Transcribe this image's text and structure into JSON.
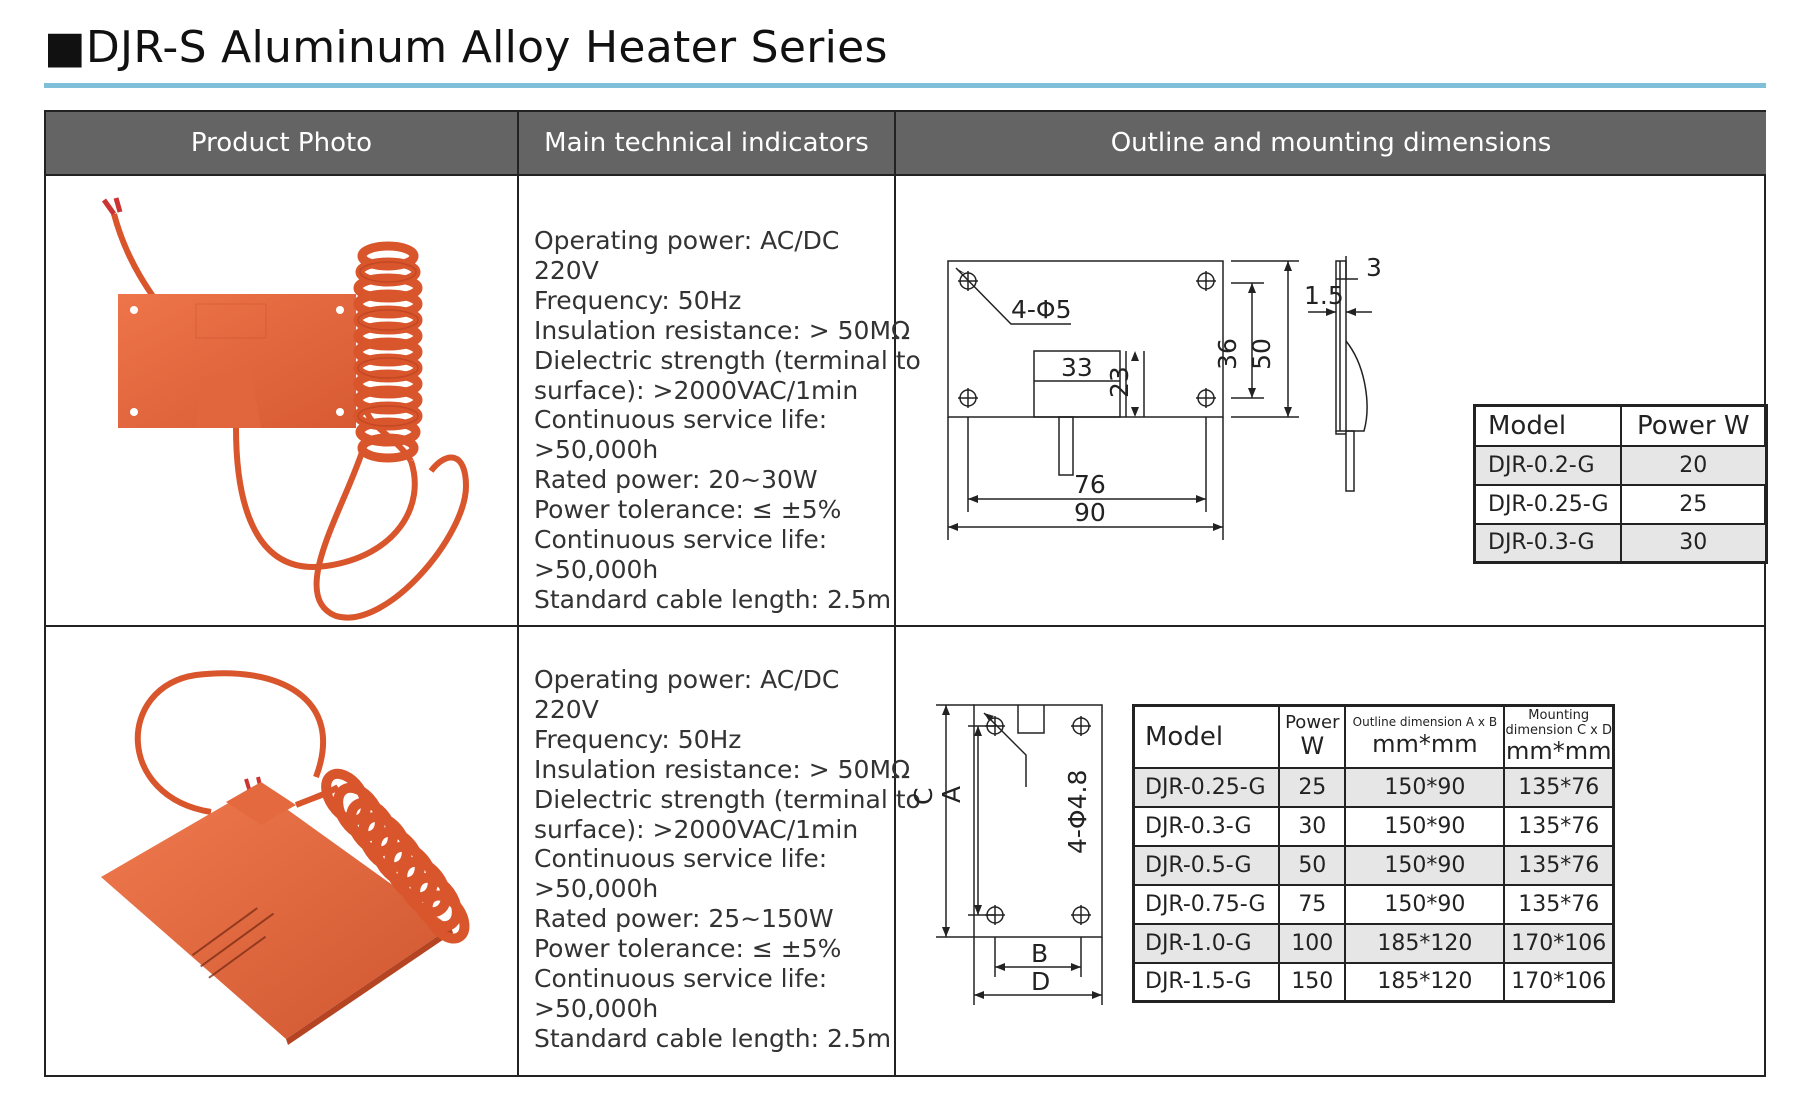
{
  "title": "■DJR-S Aluminum Alloy Heater Series",
  "headers": {
    "photo": "Product Photo",
    "indicators": "Main technical indicators",
    "dimensions": "Outline and mounting dimensions"
  },
  "row1": {
    "specs": [
      "Operating power: AC/DC",
      "220V",
      "Frequency: 50Hz",
      "Insulation resistance: > 50MΩ",
      "Dielectric strength (terminal to",
      "surface): >2000VAC/1min",
      "Continuous service life:",
      ">50,000h",
      "Rated power: 20~30W",
      "Power tolerance: ≤ ±5%",
      "Continuous service life:",
      ">50,000h",
      "Standard cable length: 2.5m"
    ],
    "drawing": {
      "holes": "4-Φ5",
      "dim_33": "33",
      "dim_23": "23",
      "dim_36": "36",
      "dim_50": "50",
      "dim_76": "76",
      "dim_90": "90",
      "dim_1_5": "1.5",
      "dim_3": "3"
    },
    "table": {
      "headers": [
        "Model",
        "Power W"
      ],
      "rows": [
        [
          "DJR-0.2-G",
          "20"
        ],
        [
          "DJR-0.25-G",
          "25"
        ],
        [
          "DJR-0.3-G",
          "30"
        ]
      ]
    }
  },
  "row2": {
    "specs": [
      "Operating power: AC/DC",
      "220V",
      "Frequency: 50Hz",
      "Insulation resistance: > 50MΩ",
      "Dielectric strength (terminal to",
      "surface): >2000VAC/1min",
      "Continuous service life:",
      ">50,000h",
      "Rated power: 25~150W",
      "Power tolerance: ≤ ±5%",
      "Continuous service life:",
      ">50,000h",
      "Standard cable length: 2.5m"
    ],
    "drawing": {
      "holes": "4-Φ4.8",
      "c": "C",
      "a": "A",
      "b": "B",
      "d": "D"
    },
    "table": {
      "h_model": "Model",
      "h_power_top": "Power",
      "h_power_unit": "W",
      "h_outline_top": "Outline dimension A x B",
      "h_outline_unit": "mm*mm",
      "h_mount_top1": "Mounting",
      "h_mount_top2": "dimension C x D",
      "h_mount_unit": "mm*mm",
      "rows": [
        [
          "DJR-0.25-G",
          "25",
          "150*90",
          "135*76"
        ],
        [
          "DJR-0.3-G",
          "30",
          "150*90",
          "135*76"
        ],
        [
          "DJR-0.5-G",
          "50",
          "150*90",
          "135*76"
        ],
        [
          "DJR-0.75-G",
          "75",
          "150*90",
          "135*76"
        ],
        [
          "DJR-1.0-G",
          "100",
          "185*120",
          "170*106"
        ],
        [
          "DJR-1.5-G",
          "150",
          "185*120",
          "170*106"
        ]
      ]
    }
  },
  "colors": {
    "header_bg": "#646464",
    "title_rule": "#7fbfda",
    "heater_orange": "#e0623a",
    "cable_orange": "#d9552c",
    "shaded_row": "#e6e6e6"
  }
}
